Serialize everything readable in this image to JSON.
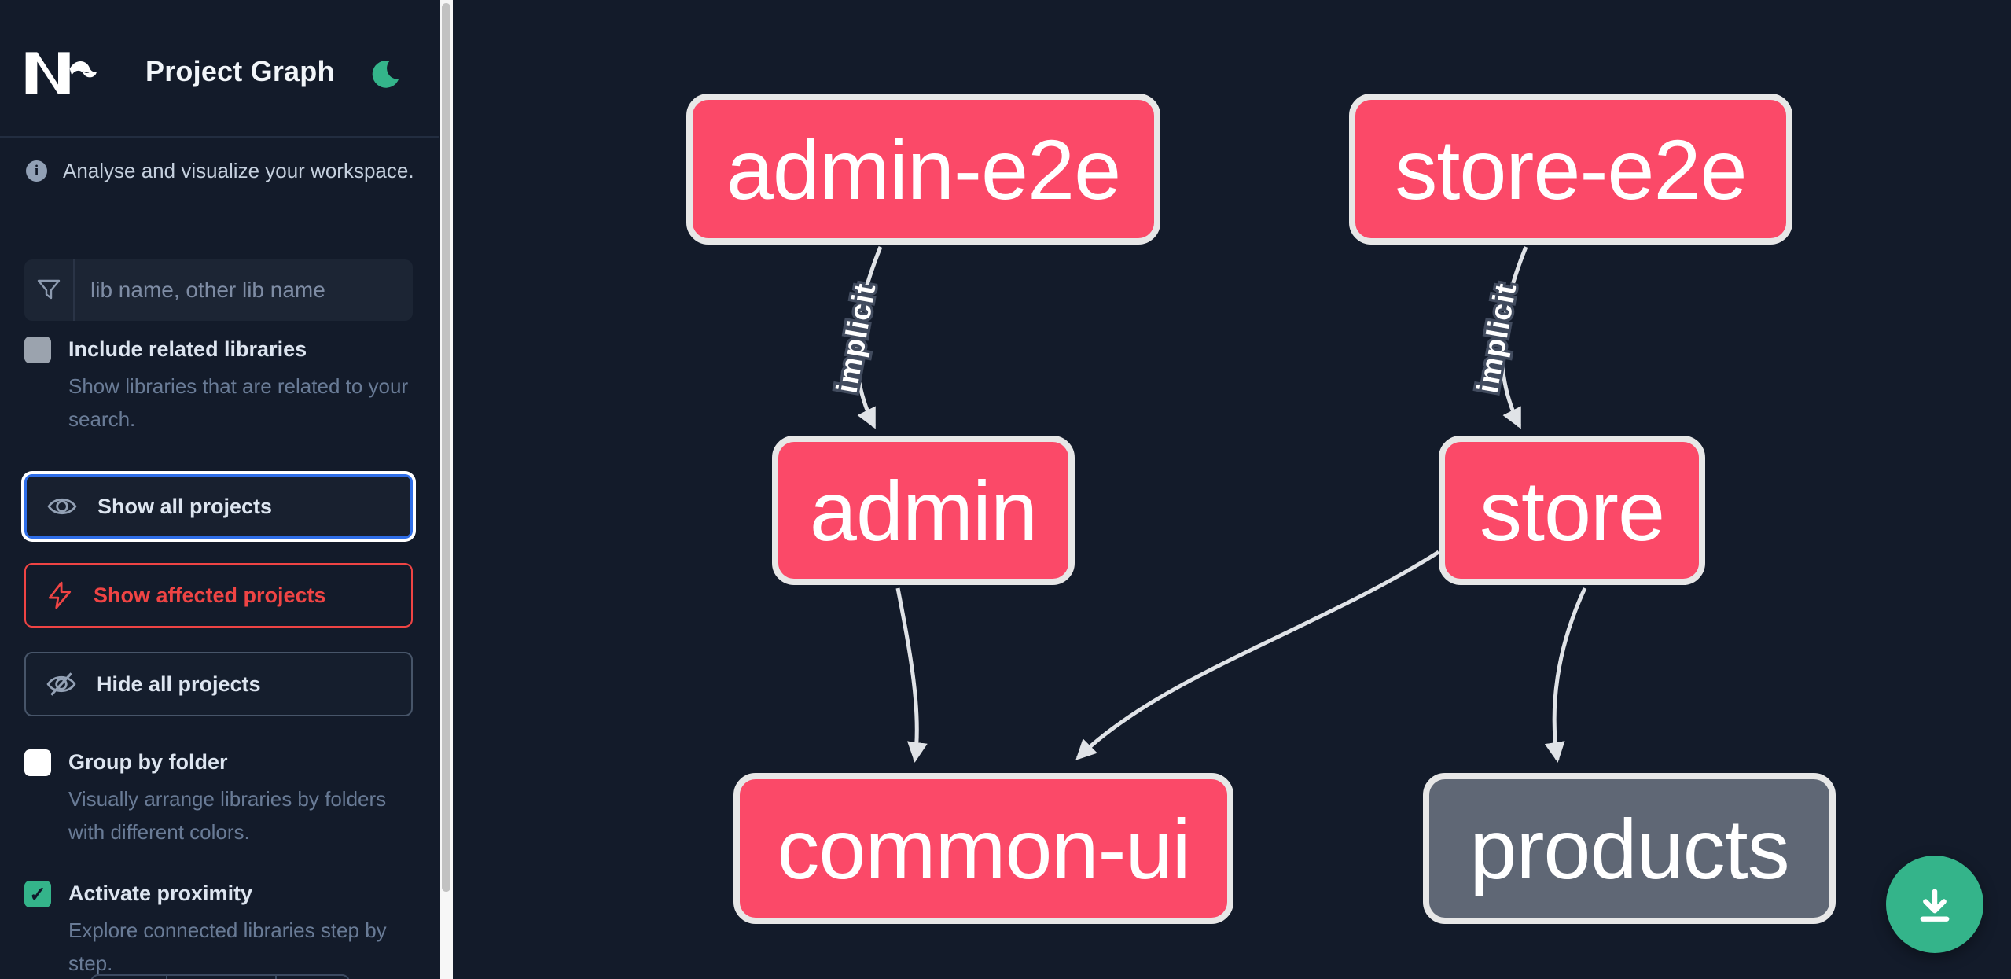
{
  "header": {
    "title": "Project Graph"
  },
  "icons": {
    "check": "✓",
    "info": "i"
  },
  "sidebar": {
    "tagline": "Analyse and visualize your workspace.",
    "search": {
      "placeholder": "lib name, other lib name",
      "value": ""
    },
    "include_related": {
      "label": "Include related libraries",
      "description": "Show libraries that are related to your search.",
      "checked": false
    },
    "actions": {
      "show_all": {
        "label": "Show all projects"
      },
      "show_affected": {
        "label": "Show affected projects"
      },
      "hide_all": {
        "label": "Hide all projects"
      }
    },
    "group_by_folder": {
      "label": "Group by folder",
      "description": "Visually arrange libraries by folders with different colors.",
      "checked": false
    },
    "activate_proximity": {
      "label": "Activate proximity",
      "description": "Explore connected libraries step by step.",
      "checked": true
    }
  },
  "graph": {
    "nodes": [
      {
        "label": "admin-e2e",
        "kind": "affected-app"
      },
      {
        "label": "store-e2e",
        "kind": "affected-app"
      },
      {
        "label": "admin",
        "kind": "affected-app"
      },
      {
        "label": "store",
        "kind": "affected-app"
      },
      {
        "label": "common-ui",
        "kind": "affected-lib"
      },
      {
        "label": "products",
        "kind": "lib"
      }
    ],
    "edges": [
      {
        "from": "admin-e2e",
        "to": "admin",
        "label": "implicit"
      },
      {
        "from": "store-e2e",
        "to": "store",
        "label": "implicit"
      },
      {
        "from": "admin",
        "to": "common-ui",
        "label": ""
      },
      {
        "from": "store",
        "to": "common-ui",
        "label": ""
      },
      {
        "from": "store",
        "to": "products",
        "label": ""
      }
    ]
  },
  "colors": {
    "accent": "#34b48a",
    "affected_node": "#fb4968",
    "neutral_node": "#5f6775",
    "focus": "#2f6ee8",
    "danger": "#ef4444",
    "edge": "#e0e3e7"
  },
  "fab": {
    "action": "download"
  }
}
